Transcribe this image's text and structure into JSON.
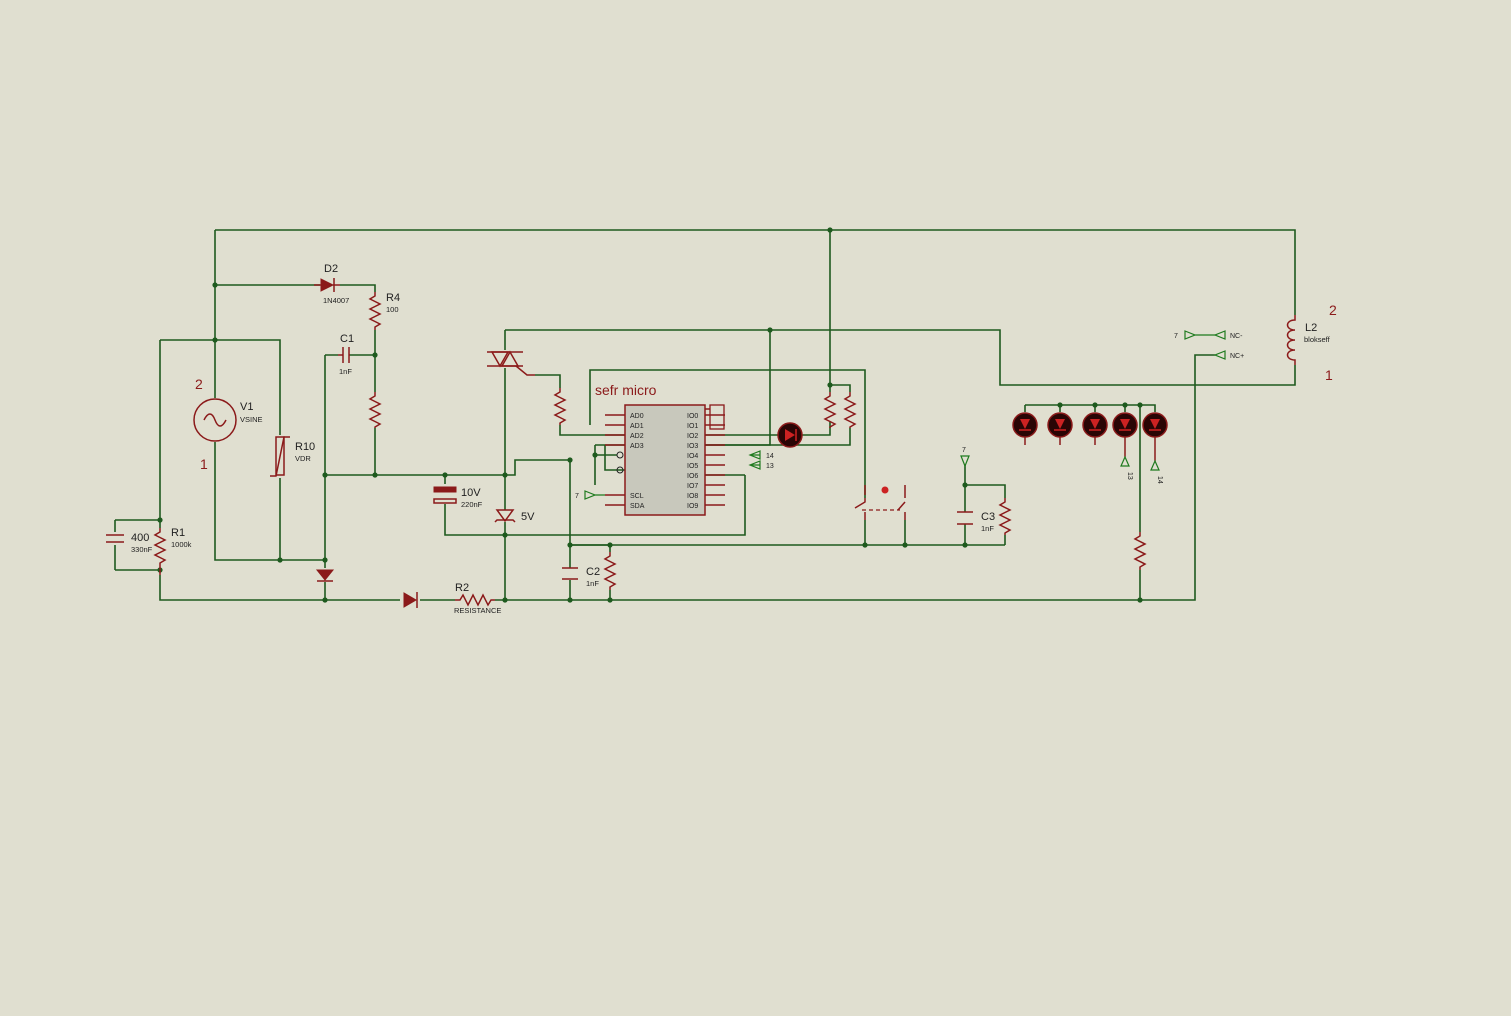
{
  "diagram": {
    "components": {
      "D2": {
        "ref": "D2",
        "value": "1N4007"
      },
      "R4": {
        "ref": "R4",
        "value": "100"
      },
      "C1": {
        "ref": "C1",
        "value": "1nF"
      },
      "V1": {
        "ref": "V1",
        "value": "VSINE",
        "pin_top": "2",
        "pin_bottom": "1"
      },
      "R10": {
        "ref": "R10",
        "value": "VDR"
      },
      "R1": {
        "ref": "R1",
        "value": "1000k"
      },
      "C400": {
        "ref": "400",
        "value": "330nF"
      },
      "Z10V": {
        "ref": "10V",
        "value": "220nF"
      },
      "Z5V": {
        "ref": "5V"
      },
      "R2": {
        "ref": "R2",
        "value": "RESISTANCE"
      },
      "C2": {
        "ref": "C2",
        "value": "1nF"
      },
      "C3": {
        "ref": "C3",
        "value": "1nF"
      },
      "L2": {
        "ref": "L2",
        "value": "blokseff",
        "pin_top": "2",
        "pin_bottom": "1"
      }
    },
    "micro": {
      "title": "sefr micro",
      "left_pins": [
        "AD0",
        "AD1",
        "AD2",
        "AD3",
        "SCL",
        "SDA"
      ],
      "right_pins": [
        "IO0",
        "IO1",
        "IO2",
        "IO3",
        "IO4",
        "IO5",
        "IO6",
        "IO7",
        "IO8",
        "IO9"
      ]
    },
    "terminals": {
      "io4_tag": "14",
      "io5_tag": "13",
      "scl_tag": "7",
      "c3_tag": "7",
      "led13_tag": "13",
      "led14_tag": "14",
      "relay_tag": "7",
      "nc_minus": "NC-",
      "nc_plus": "NC+"
    }
  }
}
